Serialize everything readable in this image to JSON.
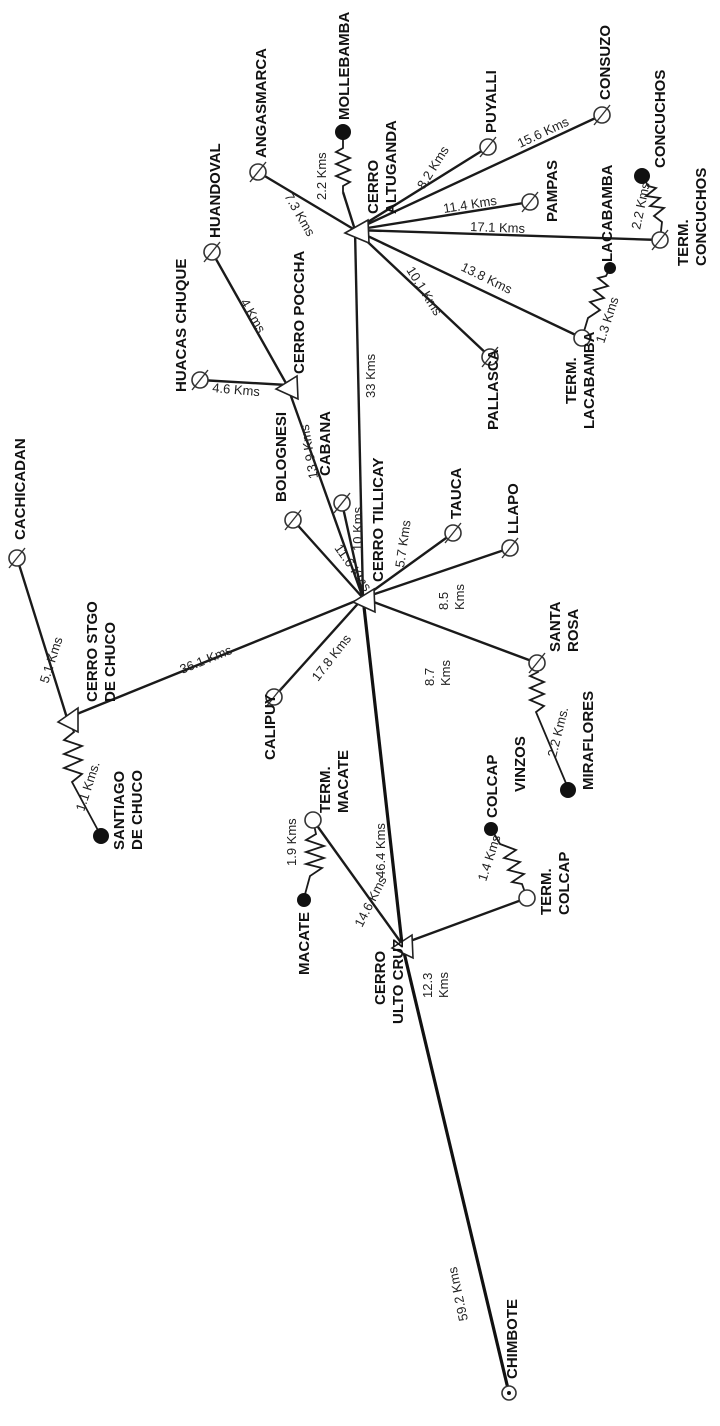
{
  "diagram": {
    "colors": {
      "line": "#1a1a1a",
      "background": "#ffffff",
      "node_fill": "#ffffff",
      "endpoint": "#111111"
    },
    "hubs": {
      "cerro_altuganda": "CERRO ALTUGANDA",
      "cerro_poccha": "CERRO POCCHA",
      "cerro_tillicay": "CERRO TILLICAY",
      "cerro_stgo_line1": "CERRO STGO",
      "cerro_stgo_line2": "DE CHUCO",
      "cerro_ulto_line1": "CERRO",
      "cerro_ulto_line2": "ULTO CRUZ"
    },
    "places": {
      "mollebamba": "MOLLEBAMBA",
      "angasmarca": "ANGASMARCA",
      "puyalli": "PUYALLI",
      "consuzo": "CONSUZO",
      "concuchos": "CONCUCHOS",
      "pampas": "PAMPAS",
      "term_concuchos_line1": "TERM.",
      "term_concuchos_line2": "CONCUCHOS",
      "lacabamba": "LACABAMBA",
      "term_lacabamba_line1": "TERM.",
      "term_lacabamba_line2": "LACABAMBA",
      "pallasca": "PALLASCA",
      "huandoval": "HUANDOVAL",
      "huacas_chuque": "HUACAS CHUQUE",
      "cabana": "CABANA",
      "bolognesi": "BOLOGNESI",
      "tauca": "TAUCA",
      "llapo": "LLAPO",
      "santa_rosa_line1": "SANTA",
      "santa_rosa_line2": "ROSA",
      "miraflores": "MIRAFLORES",
      "vinzos": "VINZOS",
      "calipuy": "CALIPUY",
      "cachicadan": "CACHICADAN",
      "santiago_line1": "SANTIAGO",
      "santiago_line2": "DE CHUCO",
      "term_macate_line1": "TERM.",
      "term_macate_line2": "MACATE",
      "macate": "MACATE",
      "colcap": "COLCAP",
      "term_colcap_line1": "TERM.",
      "term_colcap_line2": "COLCAP",
      "chimbote": "CHIMBOTE"
    },
    "distances": {
      "mollebamba": "2.2 Kms",
      "angasmarca": "7.3 Kms",
      "puyalli": "8.2 Kms",
      "consuzo": "15.6 Kms",
      "pampas": "11.4 Kms",
      "term_concuchos": "17.1 Kms",
      "concuchos": "2.2 Kms",
      "term_lacabamba": "13.8 Kms",
      "lacabamba": "1.3 Kms",
      "pallasca": "10.1 Kms",
      "altuganda_tillicay": "33 Kms",
      "huandoval": "4 Kms",
      "huacas_chuque": "4.6 Kms",
      "poccha_tillicay": "13.9 Kms",
      "cabana": "10 Kms",
      "bolognesi": "11.6 Kms",
      "tauca": "5.7 Kms",
      "llapo_line1": "8.5",
      "llapo_line2": "Kms",
      "santa_rosa_line1": "8.7",
      "santa_rosa_line2": "Kms",
      "miraflores": "2.2 Kms.",
      "calipuy": "17.8 Kms",
      "stgo_tillicay": "36.1 Kms",
      "cachicadan": "5.1 Kms",
      "santiago": "1.1 Kms.",
      "ulto_tillicay": "46.4 Kms",
      "term_macate": "14.6 Kms",
      "macate": "1.9 Kms",
      "term_colcap_line1": "12.3",
      "term_colcap_line2": "Kms",
      "colcap": "1.4 Kms",
      "chimbote": "59.2 Kms"
    }
  }
}
